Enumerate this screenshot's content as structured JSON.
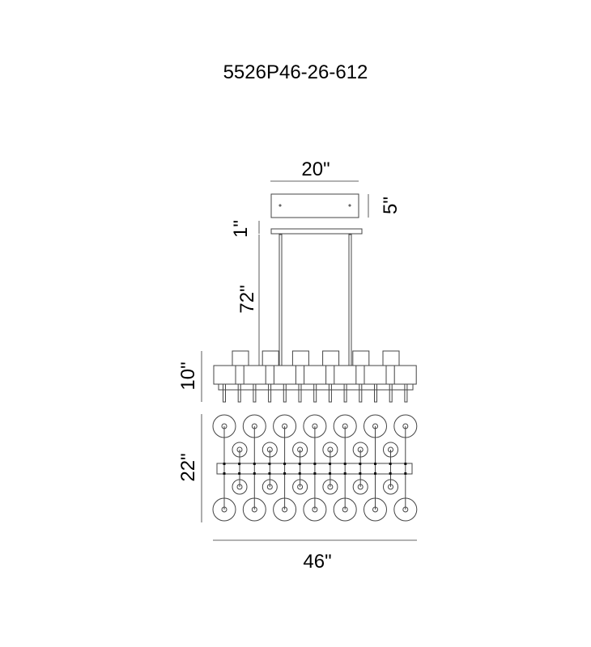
{
  "title": "5526P46-26-612",
  "dimensions": {
    "canopy_width": "20\"",
    "canopy_height": "5\"",
    "plate_height": "1\"",
    "rod_length": "72\"",
    "fixture_height": "10\"",
    "fixture_depth": "22\"",
    "fixture_width": "46\""
  },
  "counts": {
    "back_shades": 6,
    "front_shades": 7,
    "stems": 13,
    "large_discs_per_row": 7,
    "small_discs_per_row": 6
  }
}
